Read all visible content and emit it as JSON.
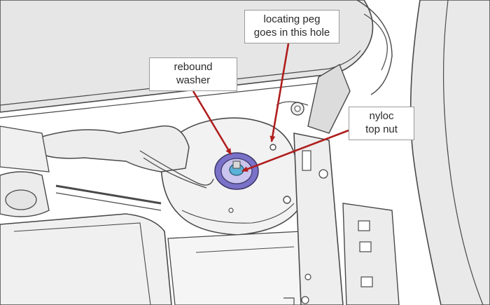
{
  "labels": {
    "locating_peg": {
      "line1": "locating peg",
      "line2": "goes in this hole"
    },
    "rebound_washer": {
      "line1": "rebound",
      "line2": "washer"
    },
    "nyloc_nut": {
      "line1": "nyloc",
      "line2": "top nut"
    }
  },
  "colors": {
    "arrow": "#b01e1e",
    "washer": "#7a72c8",
    "nut": "#5ab2d8",
    "line_art": "#4a4a4a",
    "panel_fill": "#f2f2f2",
    "hood_fill": "#e6e6e6"
  }
}
